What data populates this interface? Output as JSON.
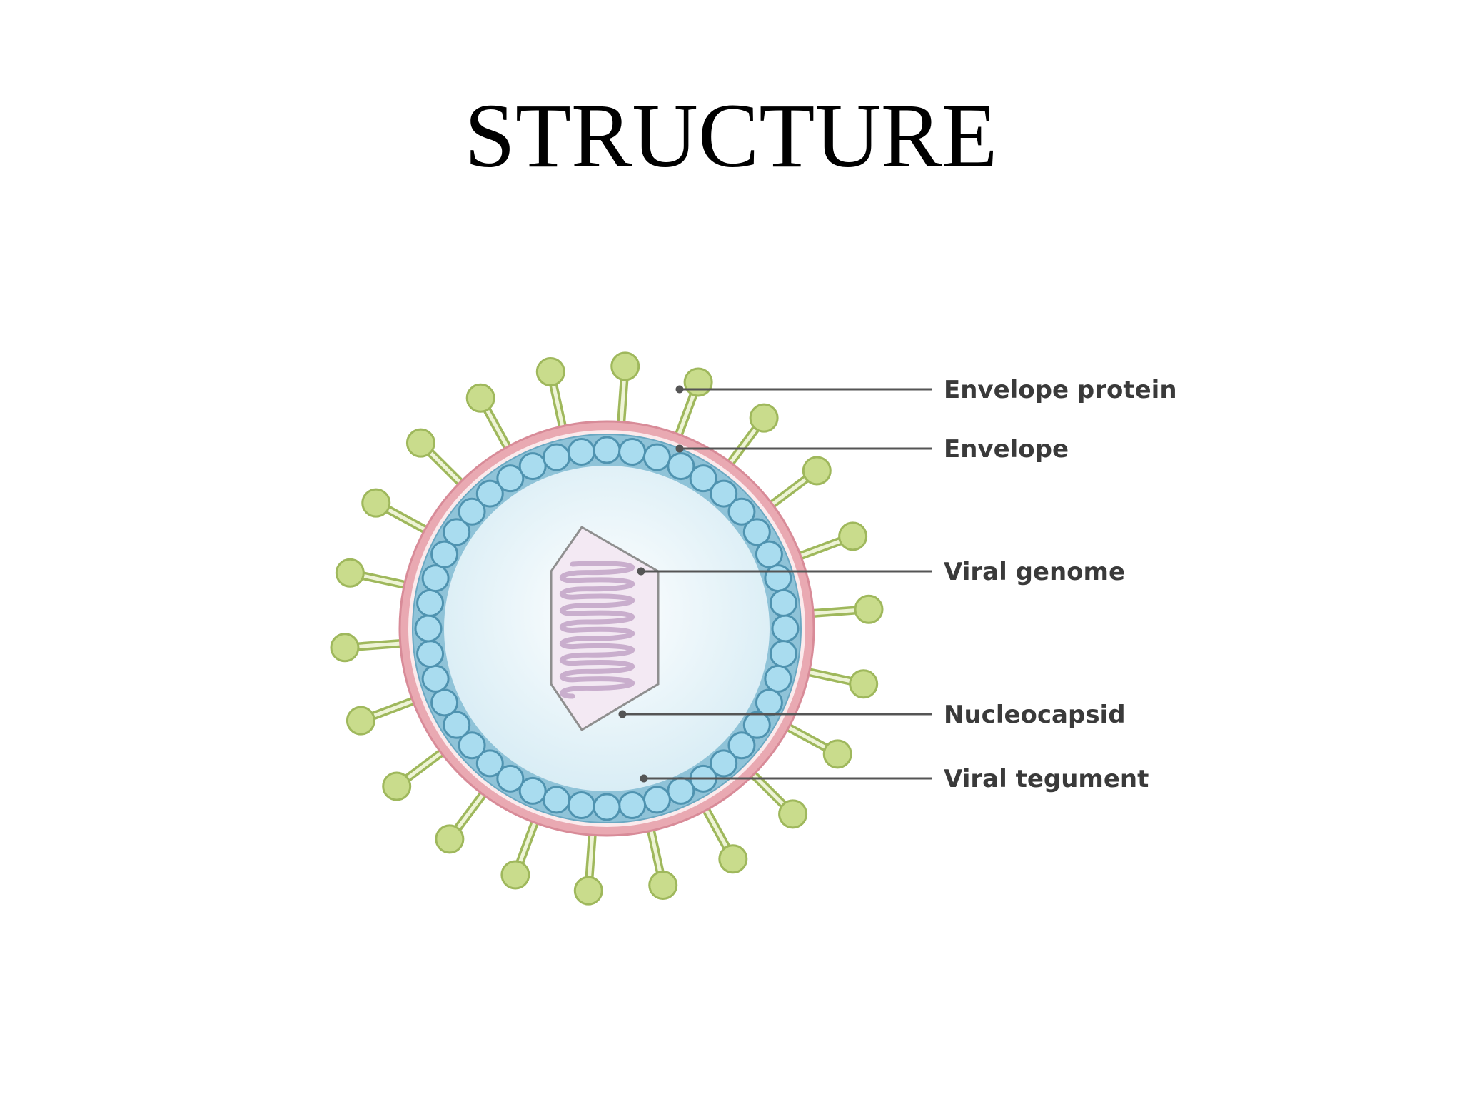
{
  "title": "STRUCTURE",
  "diagram": {
    "labels": {
      "envelope_protein": "Envelope protein",
      "envelope": "Envelope",
      "viral_genome": "Viral genome",
      "nucleocapsid": "Nucleocapsid",
      "viral_tegument": "Viral tegument"
    }
  },
  "colors": {
    "spike": "#c9dc8c",
    "spike_stroke": "#9fb85c",
    "envelope": "#e9a9b2",
    "tegument": "#8fc3d8",
    "capsomere": "#a9dcef",
    "interior": "#eaf5f9",
    "genome": "#c9aecd",
    "leader": "#555555"
  }
}
